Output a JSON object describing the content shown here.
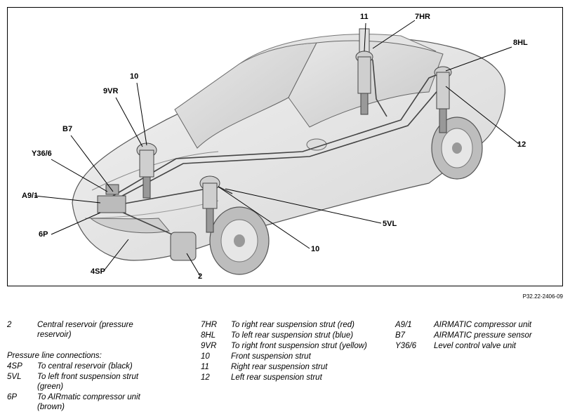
{
  "figure": {
    "reference_code": "P32.22-2406-09",
    "callouts": [
      "11",
      "7HR",
      "8HL",
      "10",
      "9VR",
      "B7",
      "Y36/6",
      "A9/1",
      "6P",
      "4SP",
      "2",
      "10",
      "5VL",
      "12"
    ]
  },
  "legend": {
    "col1": {
      "items": [
        {
          "key": "2",
          "text": "Central reservoir (pressure reservoir)"
        }
      ],
      "subheading": "Pressure line connections:",
      "sub_items": [
        {
          "key": "4SP",
          "text": "To central reservoir (black)"
        },
        {
          "key": "5VL",
          "text": "To left front suspension strut (green)"
        },
        {
          "key": "6P",
          "text": "To AIRmatic compressor unit (brown)"
        }
      ]
    },
    "col2": {
      "items": [
        {
          "key": "7HR",
          "text": "To right rear suspension strut (red)"
        },
        {
          "key": "8HL",
          "text": "To left rear suspension strut (blue)"
        },
        {
          "key": "9VR",
          "text": "To right front suspension strut (yellow)"
        },
        {
          "key": "10",
          "text": "Front suspension strut"
        },
        {
          "key": "11",
          "text": "Right rear suspension strut"
        },
        {
          "key": "12",
          "text": "Left rear suspension strut"
        }
      ]
    },
    "col3": {
      "items": [
        {
          "key": "A9/1",
          "text": "AIRMATIC compressor unit"
        },
        {
          "key": "B7",
          "text": "AIRMATIC pressure sensor"
        },
        {
          "key": "Y36/6",
          "text": "Level control valve unit"
        }
      ]
    }
  }
}
